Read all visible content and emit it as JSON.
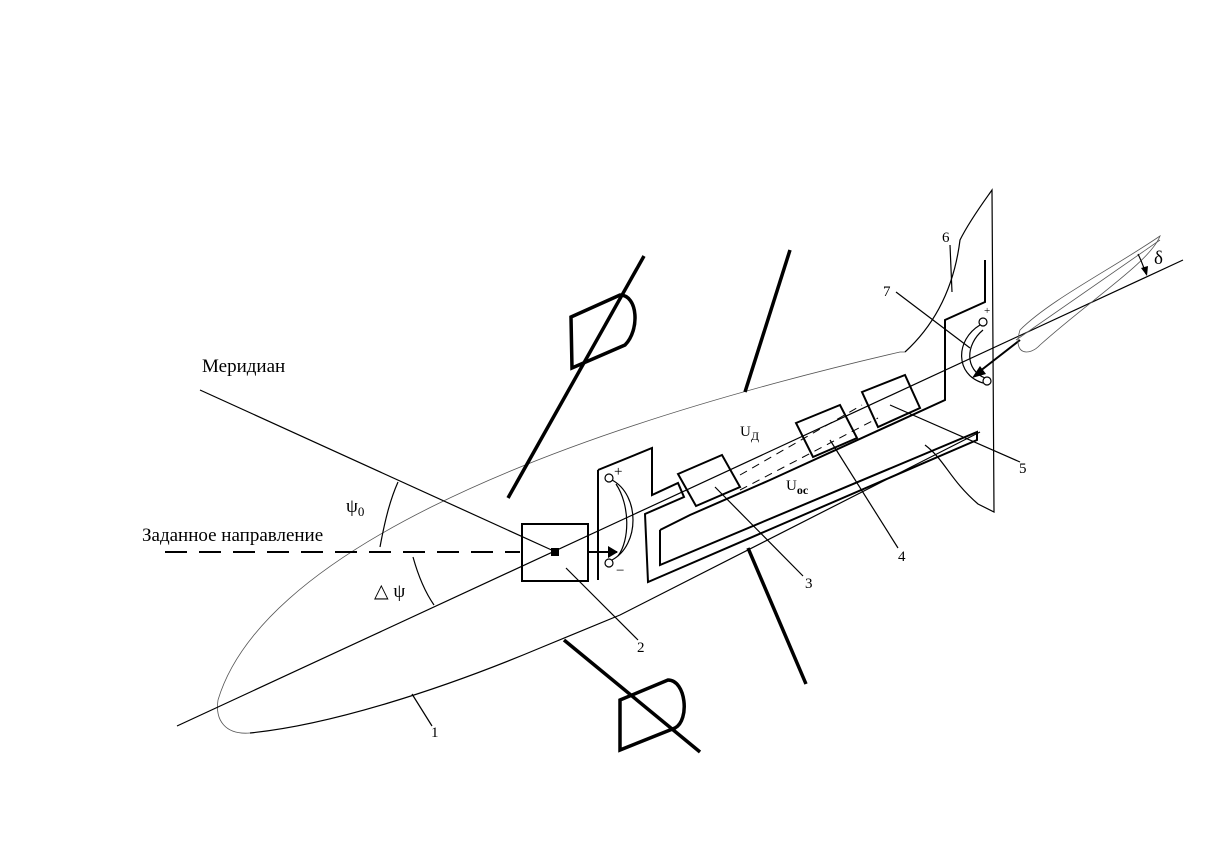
{
  "labels": {
    "meridian": "Меридиан",
    "set_direction": "Заданное направление",
    "psi0": "ψ",
    "psi0_sub": "0",
    "delta_psi": "△ ψ",
    "u_d": "U",
    "u_d_sub": "Д",
    "u_oc": "U",
    "u_oc_sub": "ос",
    "delta": "δ",
    "plus": "+",
    "minus": "−"
  },
  "callouts": [
    "1",
    "2",
    "3",
    "4",
    "5",
    "6",
    "7"
  ]
}
